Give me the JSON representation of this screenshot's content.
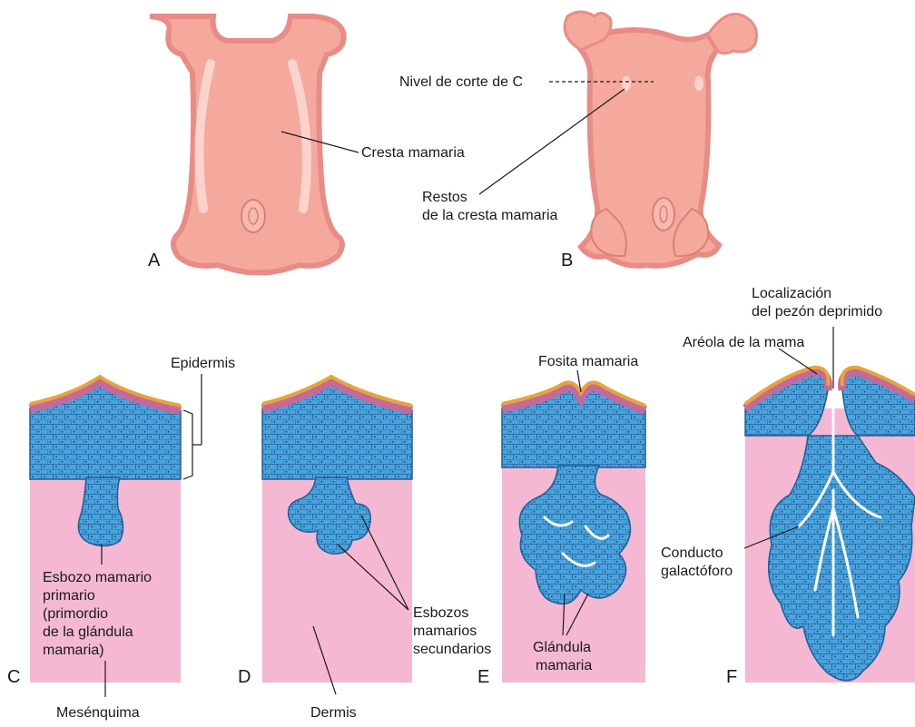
{
  "panels": [
    "A",
    "B",
    "C",
    "D",
    "E",
    "F"
  ],
  "labels": {
    "cresta_mamaria": "Cresta mamaria",
    "nivel_de_corte": "Nivel de corte de C",
    "restos_l1": "Restos",
    "restos_l2": "de la cresta mamaria",
    "epidermis": "Epidermis",
    "esbozo_primario": [
      "Esbozo mamario",
      "primario",
      "(primordio",
      "de la glándula",
      "mamaria)"
    ],
    "mesenquima": "Mesénquima",
    "dermis": "Dermis",
    "esbozos_secundarios": [
      "Esbozos",
      "mamarios",
      "secundarios"
    ],
    "fosita_mamaria": "Fosita mamaria",
    "glandula_mamaria": [
      "Glándula",
      "mamaria"
    ],
    "localizacion": [
      "Localización",
      "del pezón deprimido"
    ],
    "areola": "Aréola de la mama",
    "conducto": [
      "Conducto",
      "galactóforo"
    ]
  },
  "colors": {
    "embryo_fill": "#f4a99c",
    "embryo_edge": "#e98c86",
    "embryo_highlight": "#fbd3cc",
    "dermis": "#f4b8d3",
    "epithelium": "#4aa3dc",
    "epithelium_dark": "#1f6fb3",
    "keratin": "#e7a43a",
    "basal_pink": "#c46a9a",
    "lumen": "#ffffff"
  }
}
